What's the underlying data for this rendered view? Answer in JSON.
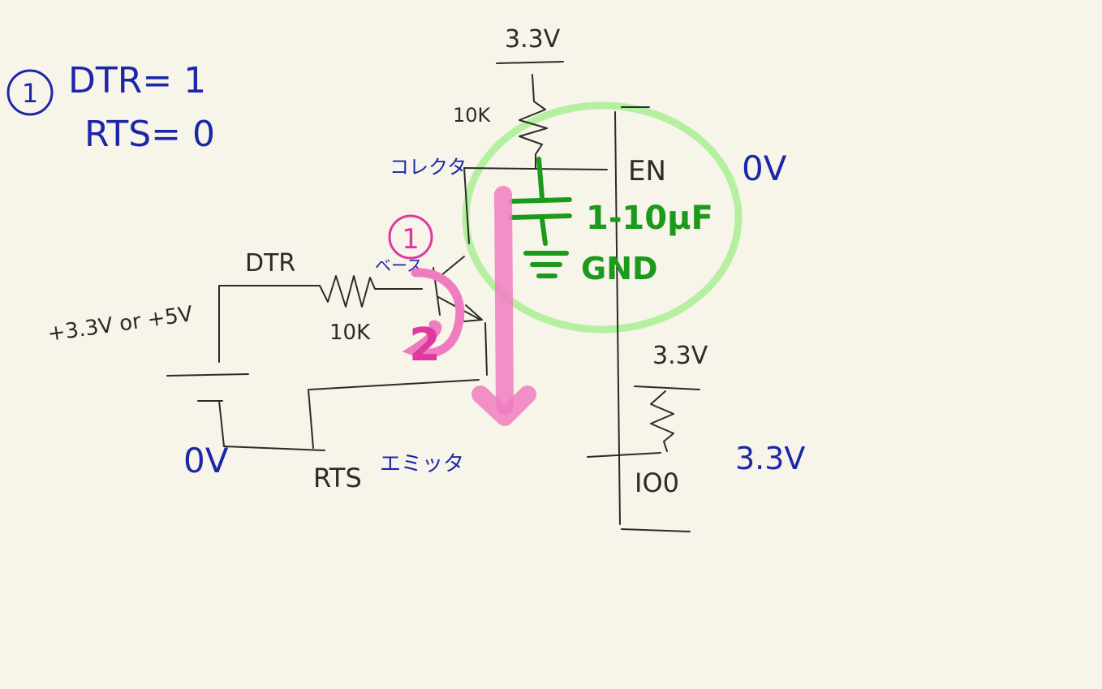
{
  "note": {
    "number": "1",
    "dtr": "DTR= 1",
    "rts": "RTS= 0"
  },
  "labels": {
    "top_33v": "3.3V",
    "r_top": "10K",
    "kana_left": "コレクタ",
    "en": "EN",
    "en_voltage": "0V",
    "cap": "1-10μF",
    "gnd": "GND",
    "dtr_wire": "DTR",
    "supply": "+3.3V or +5V",
    "r_base": "10K",
    "base_kana": "ベース",
    "left_0v": "0V",
    "rts": "RTS",
    "emitter_kana": "エミッタ",
    "mid_33v": "3.3V",
    "io0": "IO0",
    "io0_voltage": "3.3V"
  },
  "annotations": {
    "step_one": "1",
    "step_two": "2"
  },
  "colors": {
    "ink": "#2b2b2b",
    "blue": "#1c27a8",
    "green": "#1b9a1b",
    "highlight_green": "#b4f0a0",
    "pink": "#f07cc0",
    "background": "#f7f4ea"
  }
}
